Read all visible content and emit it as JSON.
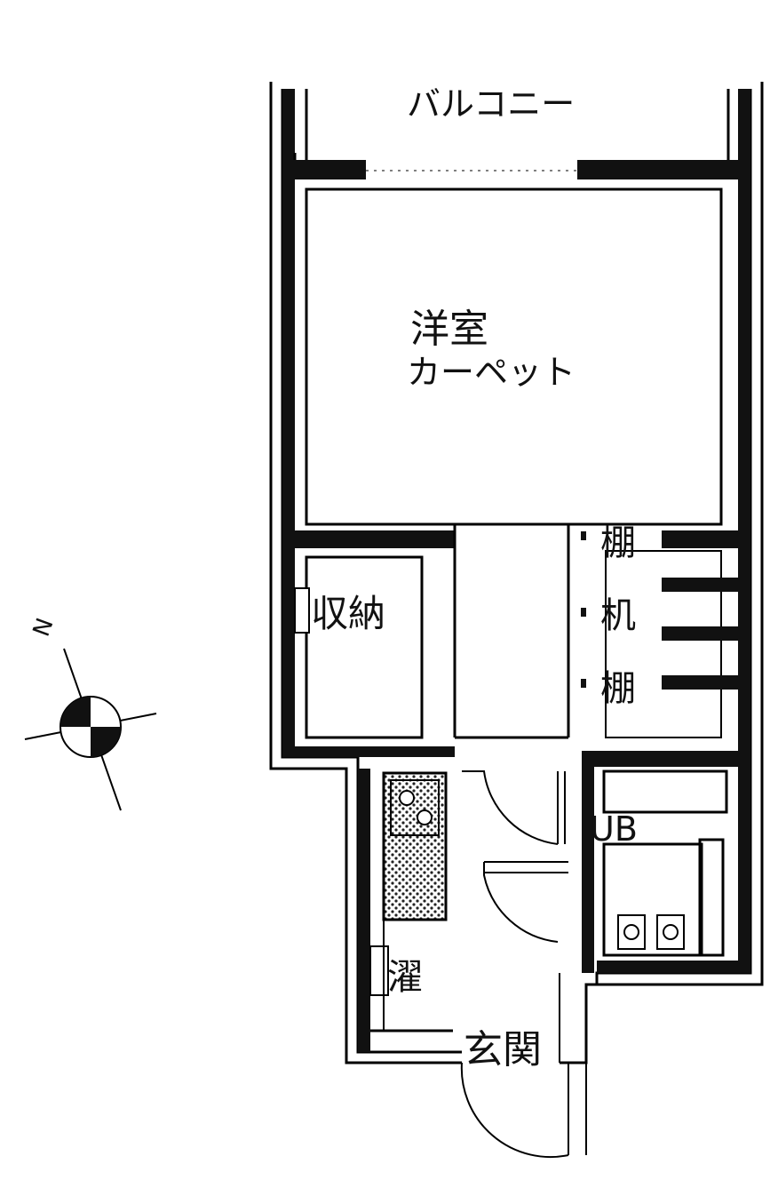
{
  "floorplan": {
    "compass": {
      "north_label": "N"
    },
    "rooms": {
      "balcony": "バルコニー",
      "western_room": "洋室",
      "carpet": "カーペット",
      "storage": "収納",
      "shelf_top": "棚",
      "desk": "机",
      "shelf_bottom": "棚",
      "unit_bath": "UB",
      "laundry": "濯",
      "entrance": "玄関"
    }
  }
}
